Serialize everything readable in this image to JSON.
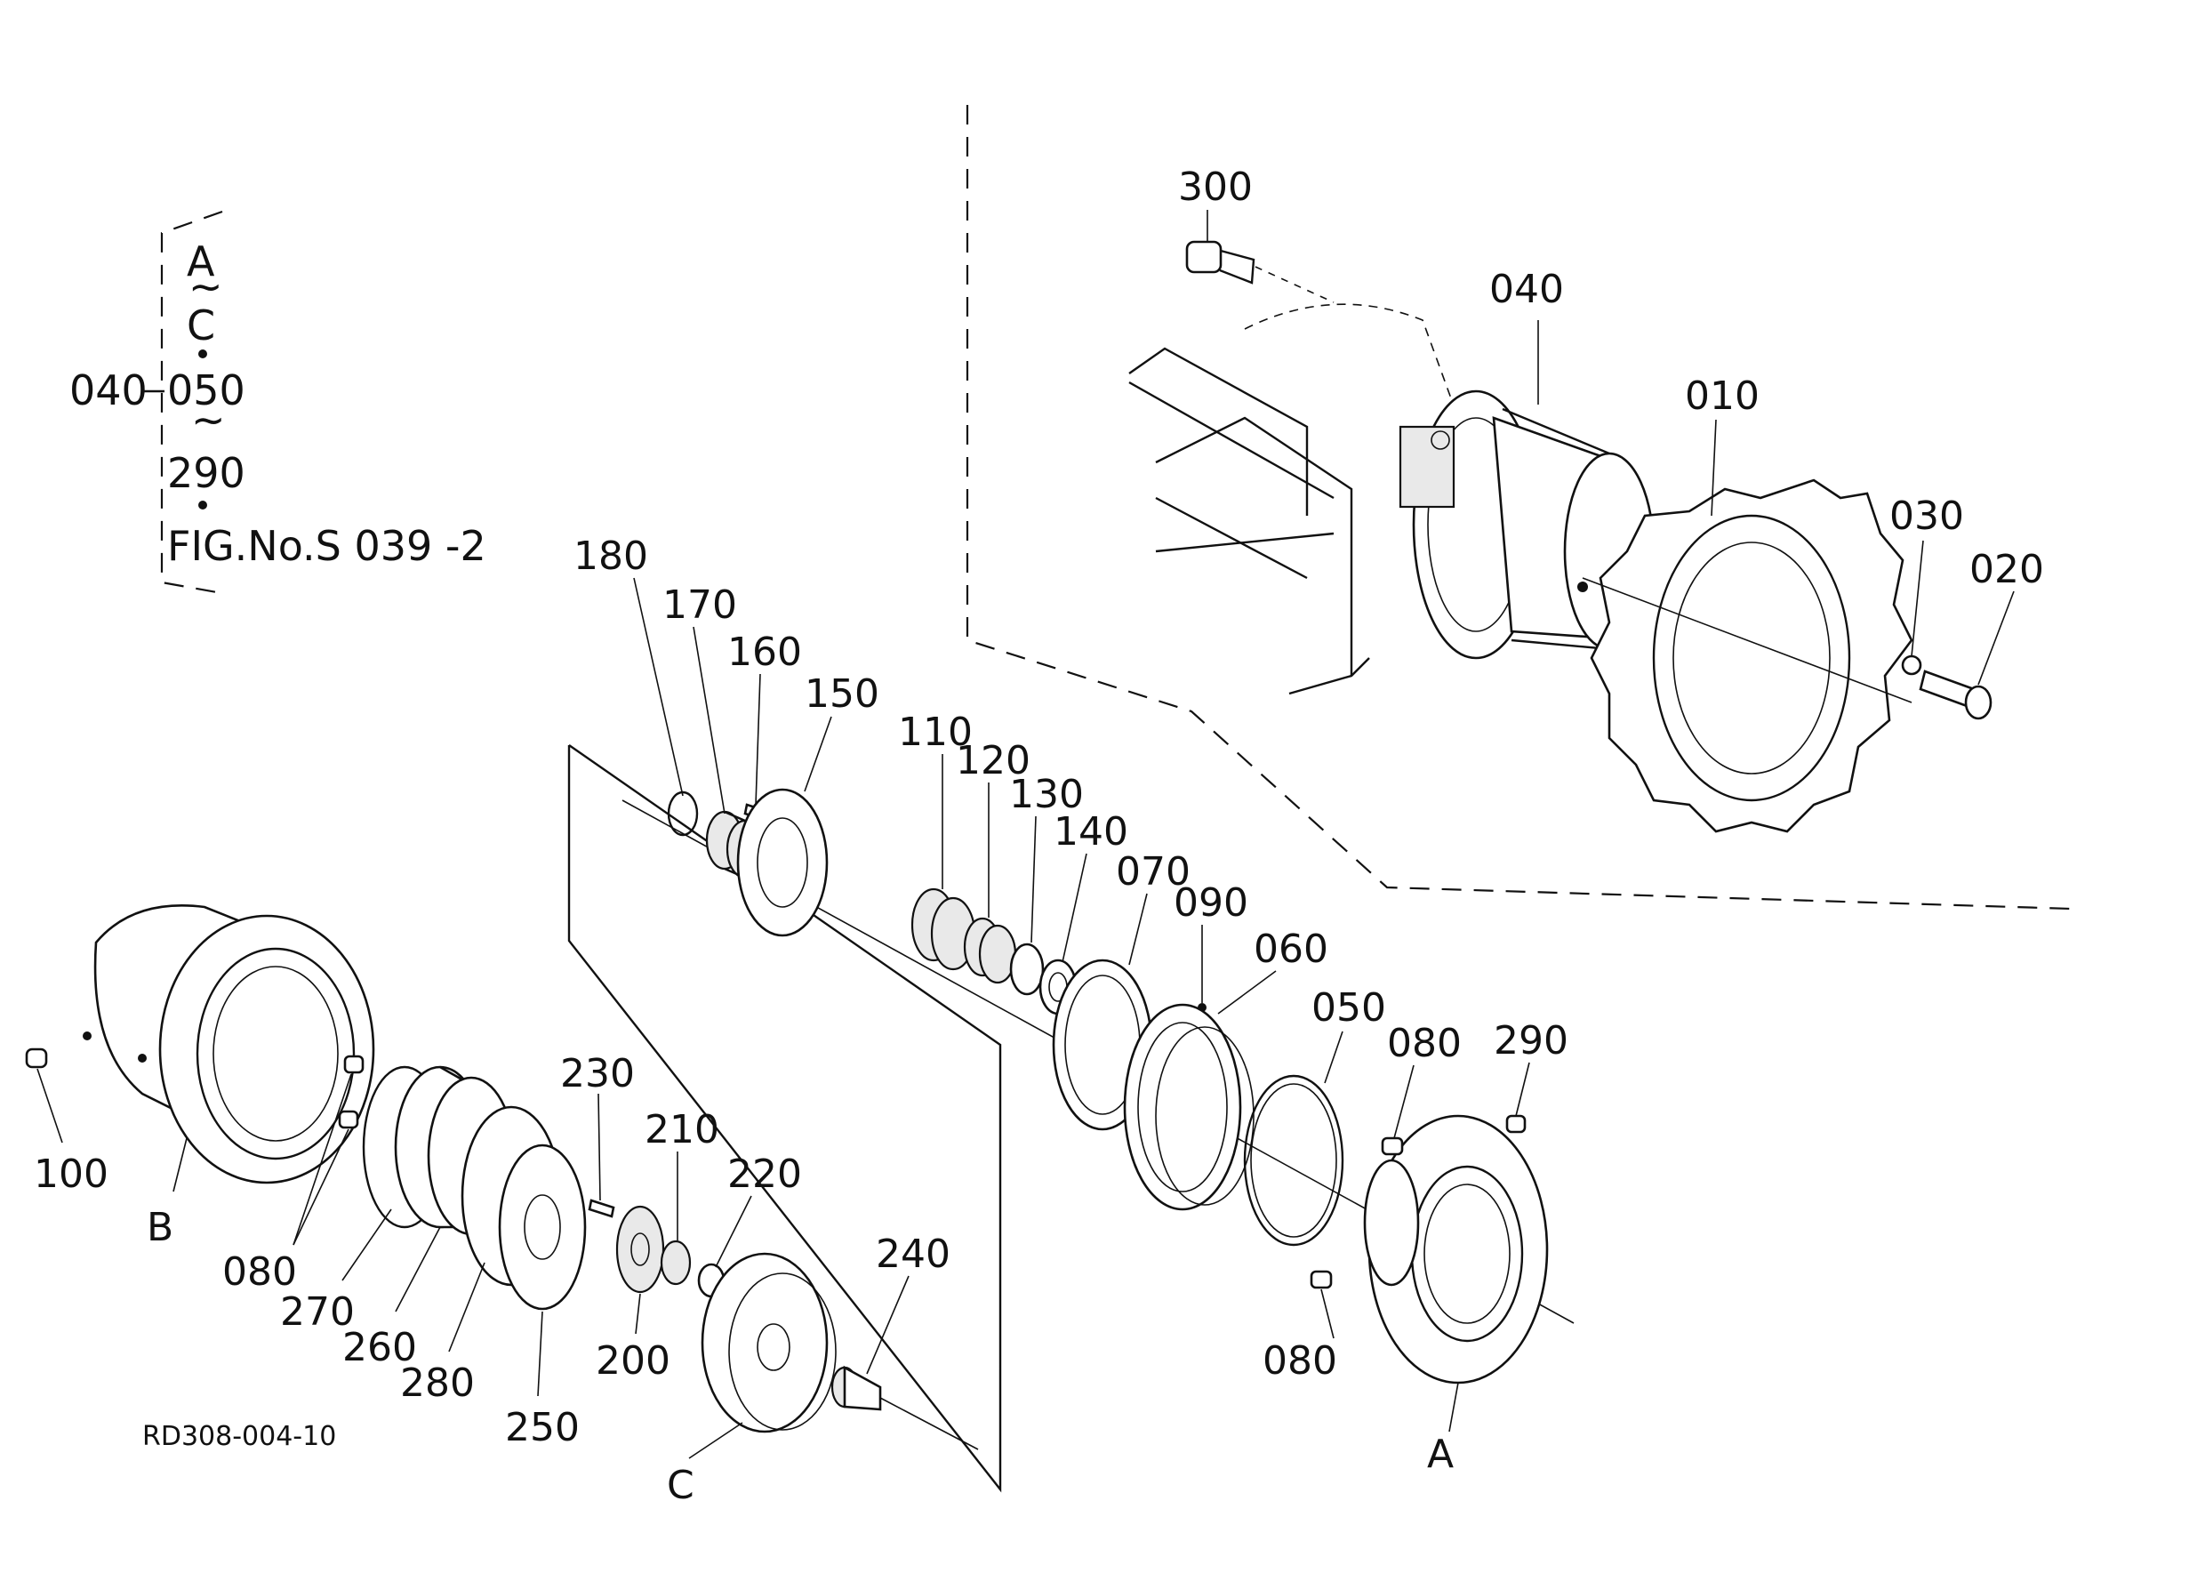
{
  "legend": {
    "line1": "A",
    "line2": "~",
    "line3": "C",
    "line4_left": "040",
    "line4_right": "050",
    "line5": "~",
    "line6": "290",
    "line7": "FIG.No.S 039 -2"
  },
  "drawing_code": "RD308-004-10",
  "labels": {
    "p300": "300",
    "p040": "040",
    "p010": "010",
    "p030": "030",
    "p020": "020",
    "p180": "180",
    "p170": "170",
    "p160": "160",
    "p150": "150",
    "p110": "110",
    "p120": "120",
    "p130": "130",
    "p140": "140",
    "p070": "070",
    "p090": "090",
    "p060": "060",
    "p050": "050",
    "p080a": "080",
    "p290": "290",
    "p080b": "080",
    "p100": "100",
    "pB": "B",
    "p080c": "080",
    "p270": "270",
    "p260": "260",
    "p280": "280",
    "p250": "250",
    "p230": "230",
    "p210": "210",
    "p220": "220",
    "p200": "200",
    "p240": "240",
    "pC": "C",
    "pA": "A"
  }
}
